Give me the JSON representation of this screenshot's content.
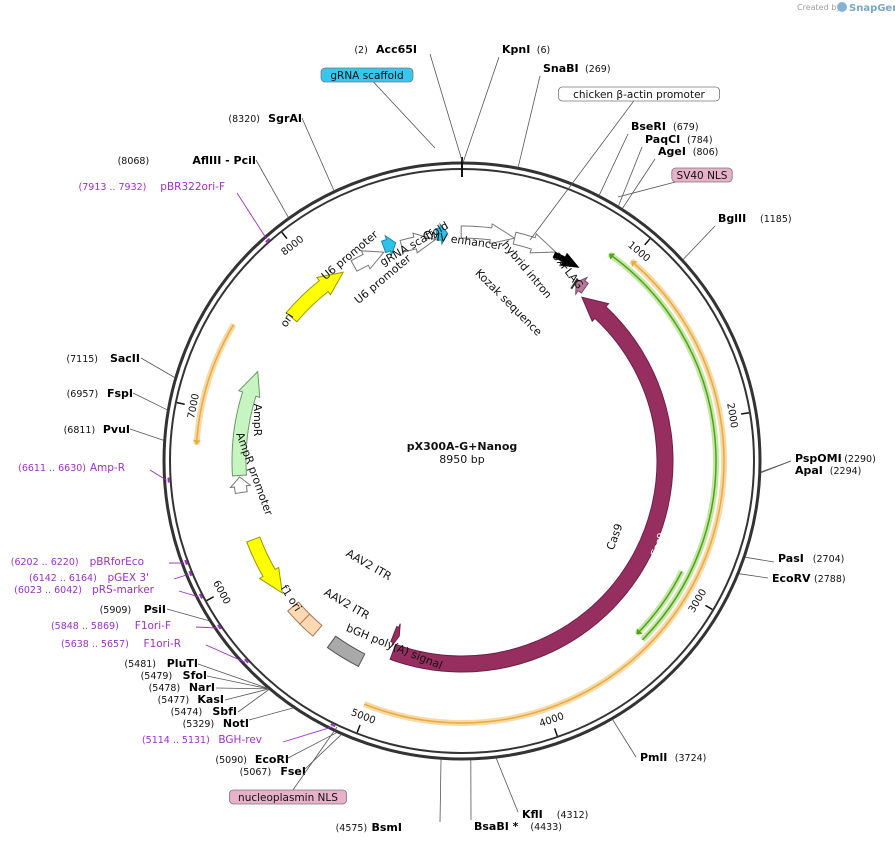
{
  "brand": {
    "created_by": "Created by",
    "name": "SnapGene"
  },
  "plasmid": {
    "name": "pX300A-G+Nanog",
    "length_label": "8950 bp",
    "length": 8950
  },
  "colors": {
    "ring": "#333333",
    "cas9": "#962f60",
    "flag": "#b57a9a",
    "scaffold": "#2fc2e8",
    "ori": "#ffff00",
    "ampr": "#c7f5c2",
    "itr": "#ffd9b4",
    "bgh": "#a9a9a9",
    "primer": "#9b30c8",
    "orf_orange": "#e9aa40",
    "orf_green": "#4ba514",
    "label_hl_blue": "#36c6ee",
    "label_hl_pink": "#e7b1c8"
  },
  "scale_ticks": [
    {
      "pos": 1000,
      "label": "1000"
    },
    {
      "pos": 2000,
      "label": "2000"
    },
    {
      "pos": 3000,
      "label": "3000"
    },
    {
      "pos": 4000,
      "label": "4000"
    },
    {
      "pos": 5000,
      "label": "5000"
    },
    {
      "pos": 6000,
      "label": "6000"
    },
    {
      "pos": 7000,
      "label": "7000"
    },
    {
      "pos": 8000,
      "label": "8000"
    }
  ],
  "enzymes": [
    {
      "name": "Acc65I",
      "pos_label": "(2)",
      "pos": 2,
      "side": "left"
    },
    {
      "name": "KpnI",
      "pos_label": "(6)",
      "pos": 6,
      "side": "right"
    },
    {
      "name": "SnaBI",
      "pos_label": "(269)",
      "pos": 269,
      "side": "right"
    },
    {
      "name": "BseRI",
      "pos_label": "(679)",
      "pos": 679,
      "side": "right"
    },
    {
      "name": "PaqCI",
      "pos_label": "(784)",
      "pos": 784,
      "side": "right"
    },
    {
      "name": "AgeI",
      "pos_label": "(806)",
      "pos": 806,
      "side": "right"
    },
    {
      "name": "BglII",
      "pos_label": "(1185)",
      "pos": 1185,
      "side": "right"
    },
    {
      "name": "PspOMI",
      "pos_label": "(2290)",
      "pos": 2290,
      "side": "right"
    },
    {
      "name": "ApaI",
      "pos_label": "(2294)",
      "pos": 2294,
      "side": "right"
    },
    {
      "name": "PasI",
      "pos_label": "(2704)",
      "pos": 2704,
      "side": "right"
    },
    {
      "name": "EcoRV",
      "pos_label": "(2788)",
      "pos": 2788,
      "side": "right"
    },
    {
      "name": "PmlI",
      "pos_label": "(3724)",
      "pos": 3724,
      "side": "right"
    },
    {
      "name": "KflI",
      "pos_label": "(4312)",
      "pos": 4312,
      "side": "right"
    },
    {
      "name": "BsaBI *",
      "pos_label": "(4433)",
      "pos": 4433,
      "side": "right"
    },
    {
      "name": "BsmI",
      "pos_label": "(4575)",
      "pos": 4575,
      "side": "left"
    },
    {
      "name": "FseI",
      "pos_label": "(5067)",
      "pos": 5067,
      "side": "left"
    },
    {
      "name": "EcoRI",
      "pos_label": "(5090)",
      "pos": 5090,
      "side": "left"
    },
    {
      "name": "NotI",
      "pos_label": "(5329)",
      "pos": 5329,
      "side": "left"
    },
    {
      "name": "SbfI",
      "pos_label": "(5474)",
      "pos": 5474,
      "side": "left"
    },
    {
      "name": "KasI",
      "pos_label": "(5477)",
      "pos": 5477,
      "side": "left"
    },
    {
      "name": "NarI",
      "pos_label": "(5478)",
      "pos": 5478,
      "side": "left"
    },
    {
      "name": "SfoI",
      "pos_label": "(5479)",
      "pos": 5479,
      "side": "left"
    },
    {
      "name": "PluTI",
      "pos_label": "(5481)",
      "pos": 5481,
      "side": "left"
    },
    {
      "name": "PsiI",
      "pos_label": "(5909)",
      "pos": 5909,
      "side": "left"
    },
    {
      "name": "PvuI",
      "pos_label": "(6811)",
      "pos": 6811,
      "side": "left"
    },
    {
      "name": "FspI",
      "pos_label": "(6957)",
      "pos": 6957,
      "side": "left"
    },
    {
      "name": "SacII",
      "pos_label": "(7115)",
      "pos": 7115,
      "side": "left"
    },
    {
      "name": "AflIII  - PciI",
      "pos_label": "(8068)",
      "pos": 8068,
      "side": "left"
    },
    {
      "name": "SgrAI",
      "pos_label": "(8320)",
      "pos": 8320,
      "side": "left"
    }
  ],
  "primers": [
    {
      "name": "pBR322ori-F",
      "range": "(7913 .. 7932)",
      "pos": 7922
    },
    {
      "name": "Amp-R",
      "range": "(6611 .. 6630)",
      "pos": 6620
    },
    {
      "name": "pBRforEco",
      "range": "(6202 .. 6220)",
      "pos": 6211
    },
    {
      "name": "pGEX 3'",
      "range": "(6142 .. 6164)",
      "pos": 6153
    },
    {
      "name": "pRS-marker",
      "range": "(6023 .. 6042)",
      "pos": 6032
    },
    {
      "name": "F1ori-F",
      "range": "(5848 .. 5869)",
      "pos": 5858
    },
    {
      "name": "F1ori-R",
      "range": "(5638 .. 5657)",
      "pos": 5647
    },
    {
      "name": "BGH-rev",
      "range": "(5114 .. 5131)",
      "pos": 5122
    }
  ],
  "outer_feature_labels": [
    {
      "name": "gRNA scaffold",
      "style": "blue",
      "pos": 8820
    },
    {
      "name": "chicken β-actin promoter",
      "style": "plain",
      "pos": 330
    },
    {
      "name": "SV40 NLS",
      "style": "pink",
      "pos": 845
    },
    {
      "name": "nucleoplasmin NLS",
      "style": "pink",
      "pos": 5005
    }
  ],
  "features": [
    {
      "name": "Cas9",
      "start": 900,
      "end": 4970,
      "dir": -1,
      "type": "cas9"
    },
    {
      "name": "3xFLAG",
      "start": 810,
      "end": 880,
      "dir": -1,
      "type": "flag"
    },
    {
      "name": "CMV enhancer",
      "start": 8945,
      "end": 330,
      "dir": 1,
      "type": "outline"
    },
    {
      "name": "chicken β-actin promoter",
      "start": 330,
      "end": 600,
      "dir": 1,
      "type": "outline"
    },
    {
      "name": "hybrid intron",
      "start": 600,
      "end": 770,
      "dir": 1,
      "type": "black"
    },
    {
      "name": "Kozak sequence",
      "start": 805,
      "end": 815,
      "dir": 1,
      "type": "tick"
    },
    {
      "name": "gRNA scaffold",
      "start": 8790,
      "end": 8860,
      "dir": 1,
      "type": "scaffold"
    },
    {
      "name": "U6 promoter",
      "start": 8560,
      "end": 8780,
      "dir": 1,
      "type": "outline"
    },
    {
      "name": "gRNA scaffold",
      "start": 8450,
      "end": 8530,
      "dir": 1,
      "type": "scaffold"
    },
    {
      "name": "U6 promoter",
      "start": 8230,
      "end": 8440,
      "dir": 1,
      "type": "outline"
    },
    {
      "name": "ori",
      "start": 7710,
      "end": 8150,
      "dir": 1,
      "type": "ori"
    },
    {
      "name": "AmpR",
      "start": 6620,
      "end": 7300,
      "dir": 1,
      "type": "ampr"
    },
    {
      "name": "AmpR promoter",
      "start": 6510,
      "end": 6610,
      "dir": 1,
      "type": "outline"
    },
    {
      "name": "f1 ori",
      "start": 5810,
      "end": 6200,
      "dir": -1,
      "type": "ori"
    },
    {
      "name": "AAV2 ITR",
      "start": 5550,
      "end": 5700,
      "dir": 0,
      "type": "itr"
    },
    {
      "name": "AAV2 ITR",
      "start": 5480,
      "end": 5590,
      "dir": 0,
      "type": "itr"
    },
    {
      "name": "bGH poly(A) signal",
      "start": 5140,
      "end": 5365,
      "dir": 0,
      "type": "bgh"
    },
    {
      "name": "nucleoplasmin NLS",
      "start": 4965,
      "end": 5010,
      "dir": -1,
      "type": "cas9"
    }
  ],
  "orfs": [
    {
      "start": 1000,
      "end": 5020,
      "dir": -1,
      "color": "orange",
      "label": ""
    },
    {
      "start": 880,
      "end": 3350,
      "dir": -1,
      "color": "green",
      "label": ""
    },
    {
      "start": 2900,
      "end": 3350,
      "dir": 1,
      "color": "green",
      "label": ""
    },
    {
      "start": 6800,
      "end": 7480,
      "dir": -1,
      "color": "orange",
      "label": ""
    }
  ]
}
